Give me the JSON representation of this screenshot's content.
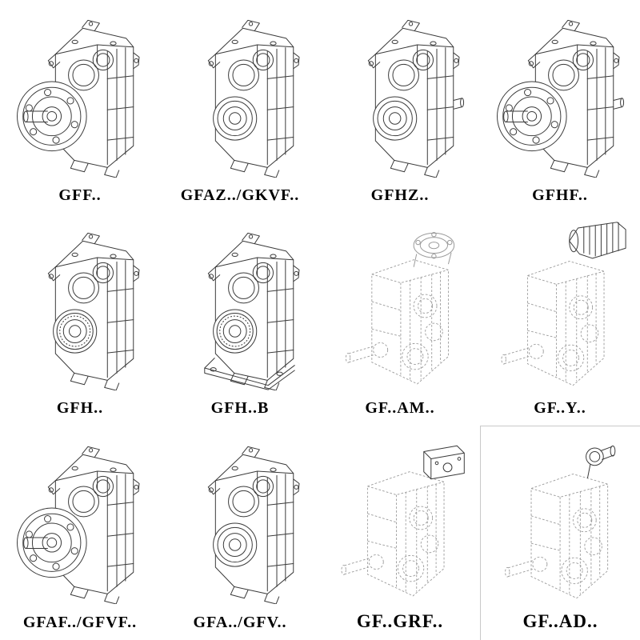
{
  "page": {
    "background": "#ffffff",
    "description": "Catalog grid of parallel-shaft helical gearbox model variants, isometric line drawings with model code labels"
  },
  "colors": {
    "solid_line": "#3a3a3a",
    "dashed_line": "#9b9b9b",
    "label_text": "#000000",
    "box_border": "#c9c9c9"
  },
  "grid": {
    "rows": 3,
    "cols": 4
  },
  "cells": [
    {
      "label": "GFF..",
      "drawing": "flange-output-gearbox-drawing",
      "line_style": "solid"
    },
    {
      "label": "GFAZ../GKVF..",
      "drawing": "hollow-shaft-gearbox-drawing",
      "line_style": "solid"
    },
    {
      "label": "GFHZ..",
      "drawing": "hollow-shaft-gearbox-drawing",
      "line_style": "solid"
    },
    {
      "label": "GFHF..",
      "drawing": "flange-output-gearbox-drawing",
      "line_style": "solid"
    },
    {
      "label": "GFH..",
      "drawing": "solid-shaft-gearbox-drawing",
      "line_style": "solid"
    },
    {
      "label": "GFH..B",
      "drawing": "foot-mounted-gearbox-drawing",
      "line_style": "solid"
    },
    {
      "label": "GF..AM..",
      "drawing": "gearbox-with-motor-adapter-flange-drawing",
      "line_style": "dashed"
    },
    {
      "label": "GF..Y..",
      "drawing": "gearbox-with-mounted-motor-drawing",
      "line_style": "dashed"
    },
    {
      "label": "GFAF../GFVF..",
      "drawing": "flange-output-gearbox-drawing",
      "line_style": "solid"
    },
    {
      "label": "GFA../GFV..",
      "drawing": "hollow-shaft-gearbox-drawing",
      "line_style": "solid"
    },
    {
      "label": "GF..GRF..",
      "drawing": "gearbox-with-adapter-box-drawing",
      "line_style": "dashed",
      "emphasized_label": true
    },
    {
      "label": "GF..AD..",
      "drawing": "gearbox-with-input-shaft-adapter-drawing",
      "line_style": "dashed",
      "emphasized_label": true,
      "has_border": true
    }
  ]
}
